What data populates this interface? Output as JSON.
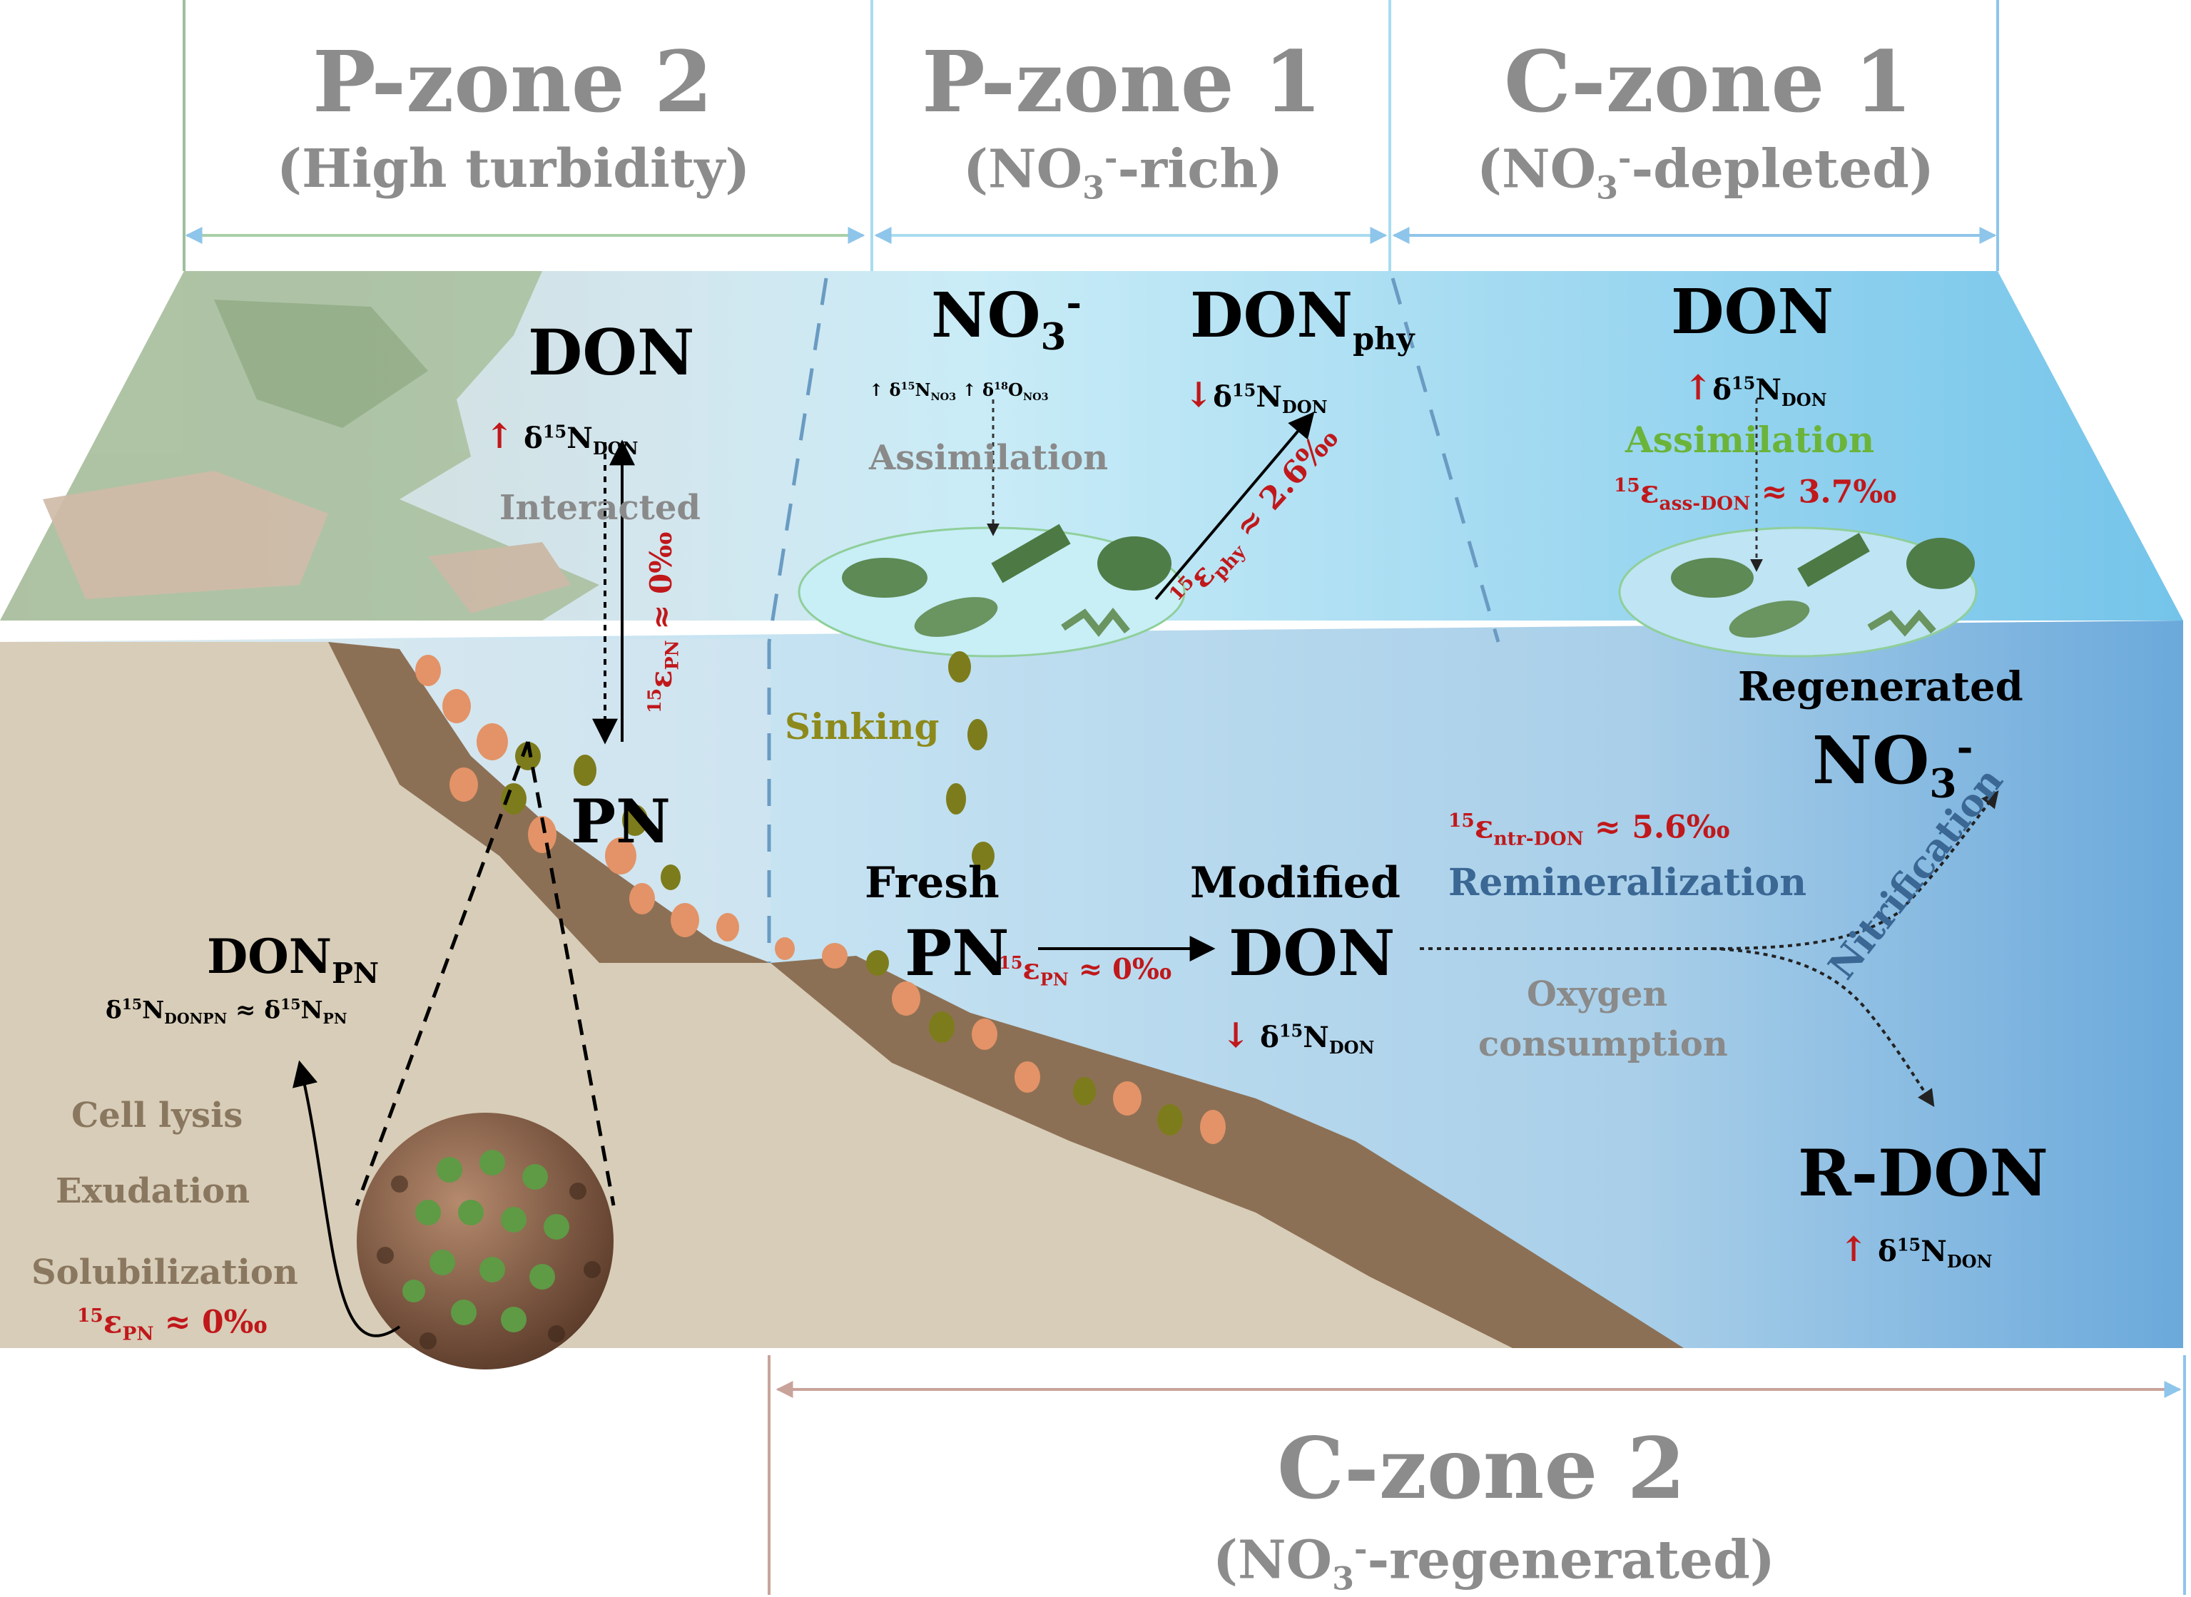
{
  "zones": {
    "pz2_title": "P-zone 2",
    "pz2_sub": "(High turbidity)",
    "pz1_title": "P-zone 1",
    "pz1_sub_pre": "(NO",
    "pz1_sub_sub": "3",
    "pz1_sub_sup": "-",
    "pz1_sub_post": "-rich)",
    "cz1_title": "C-zone 1",
    "cz1_sub_pre": "(NO",
    "cz1_sub_sub": "3",
    "cz1_sub_sup": "-",
    "cz1_sub_post": "-depleted)",
    "cz2_title": "C-zone 2",
    "cz2_sub_pre": "(NO",
    "cz2_sub_sub": "3",
    "cz2_sub_sup": "-",
    "cz2_sub_post": "-regenerated)"
  },
  "labels": {
    "don_pz2": "DON",
    "arrow_up": "↑",
    "arrow_down": "↓",
    "delta": "δ",
    "n15": "15",
    "n18": "18",
    "N": "N",
    "O": "O",
    "sub_don": "DON",
    "sub_no3": "NO3",
    "interacted": "Interacted",
    "eps": "ε",
    "eps_pn": "PN",
    "approx_zero": "≈ 0‰",
    "pn": "PN",
    "no3": "NO",
    "no3_sub": "3",
    "no3_sup": "-",
    "don_phy": "DON",
    "don_phy_sub": "phy",
    "assimilation": "Assimilation",
    "eps_phy": "phy",
    "approx_phy": "≈ 2.6‰",
    "don_cz1": "DON",
    "eps_ass": "ass-DON",
    "approx_ass": "≈ 3.7‰",
    "sinking": "Sinking",
    "fresh": "Fresh",
    "modified": "Modified",
    "don_mod": "DON",
    "regenerated": "Regenerated",
    "eps_ntr": "ntr-DON",
    "approx_ntr": "≈ 5.6‰",
    "remineralization": "Remineralization",
    "nitrification": "Nitrification",
    "oxygen": "Oxygen",
    "consumption": "consumption",
    "rdon": "R-DON",
    "don_pn": "DON",
    "don_pn_sub": "PN",
    "eq_left_sub": "DONPN",
    "eq_mid": " ≈ ",
    "eq_right_sub": "PN",
    "cell_lysis": "Cell lysis",
    "exudation": "Exudation",
    "solubilization": "Solubilization"
  },
  "colors": {
    "zone_text": "#8c8c8c",
    "red": "#c0181b",
    "green": "#6bb43a",
    "olive": "#8d8a1b",
    "blue": "#3a6794",
    "sediment": "#8c7055",
    "seabed": "#d8cdb8",
    "particle_orange": "#e39367",
    "particle_olive": "#7d7c1c"
  }
}
